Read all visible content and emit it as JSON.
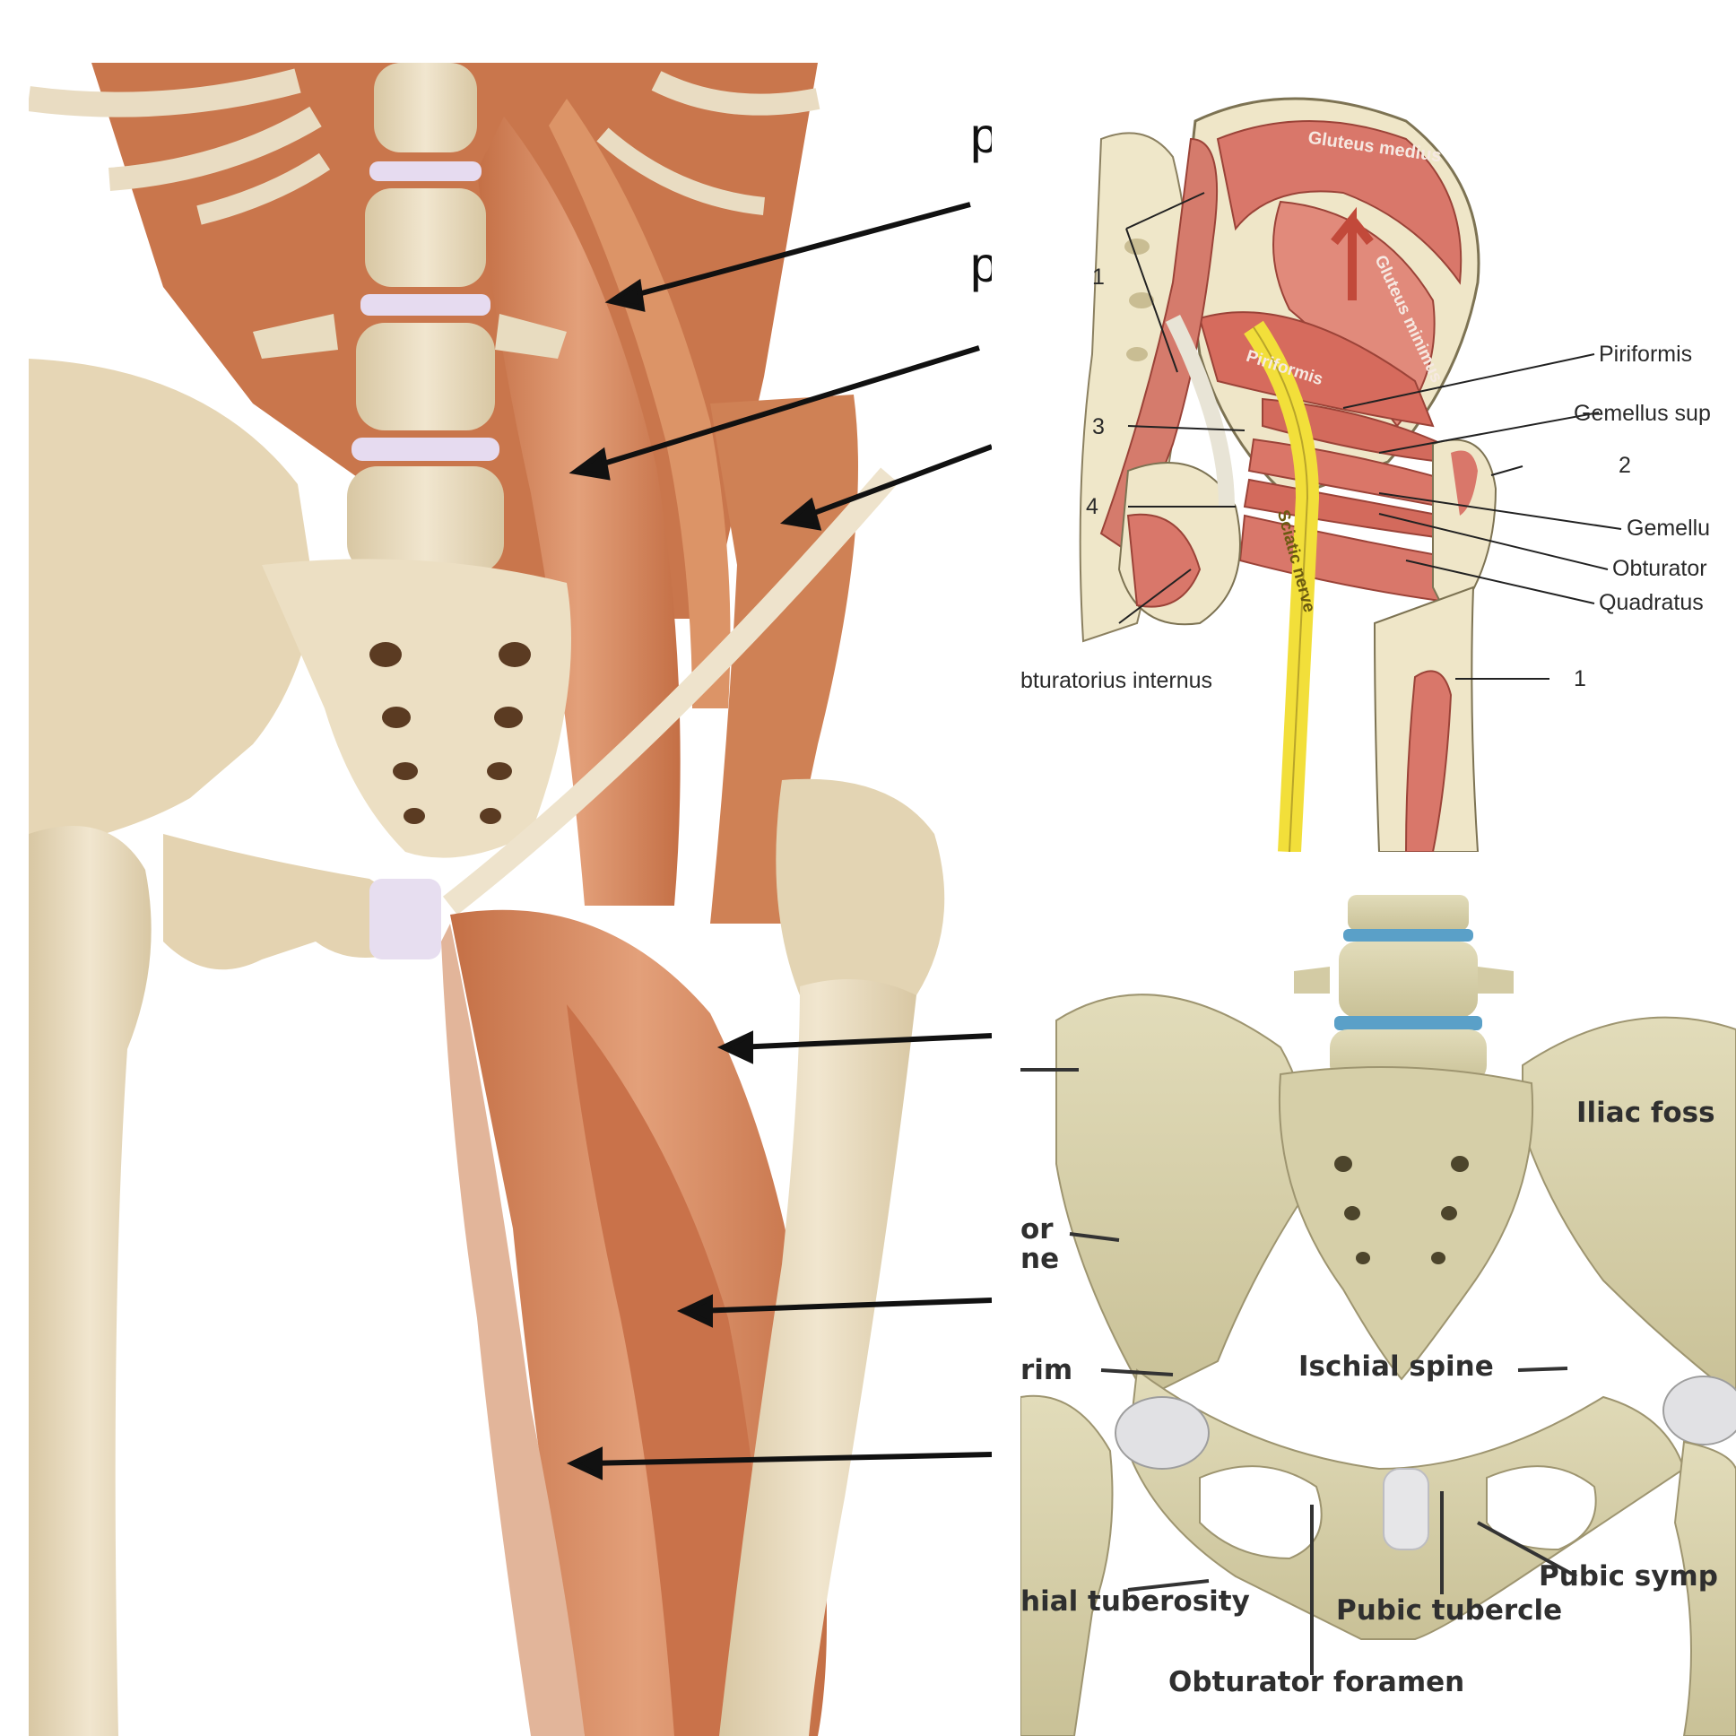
{
  "left_panel": {
    "labels": [
      "p",
      "p"
    ]
  },
  "top_right_panel": {
    "muscle_text": {
      "gluteus_medius": "Gluteus medius",
      "gluteus_minimus": "Gluteus minimus",
      "piriformis_on_muscle": "Piriformis",
      "sciatic_nerve": "Sciatic nerve"
    },
    "labels": {
      "piriformis": "Piriformis",
      "gemellus_sup": "Gemellus sup",
      "gemellu": "Gemellu",
      "obturator": "Obturator",
      "quadratus": "Quadratus",
      "obturatorius_internus": "bturatorius internus",
      "num_1_top": "1",
      "num_3": "3",
      "num_4": "4",
      "num_2": "2",
      "num_1_bottom": "1"
    }
  },
  "bottom_right_panel": {
    "labels": {
      "iliac_fossa": "Iliac foss",
      "or": "or",
      "ne": "ne",
      "rim": "rim",
      "ischial_spine": "Ischial spine",
      "pubic_symp": "Pubic symp",
      "ischial_tuberosity": "hial tuberosity",
      "pubic_tubercle": "Pubic tubercle",
      "obturator_foramen": "Obturator foramen"
    }
  },
  "colors": {
    "muscle": "#d98a5f",
    "muscle_dark": "#b9643f",
    "bone": "#eadcc0",
    "bone_shadow": "#cdb891",
    "disc": "#e2d6ee",
    "tr_muscle": "#d9776a",
    "tr_bone": "#efe6c8",
    "nerve": "#f2df3a",
    "br_bone": "#d9d2ae",
    "br_disc": "#5aa0c8",
    "arrow": "#111111"
  }
}
